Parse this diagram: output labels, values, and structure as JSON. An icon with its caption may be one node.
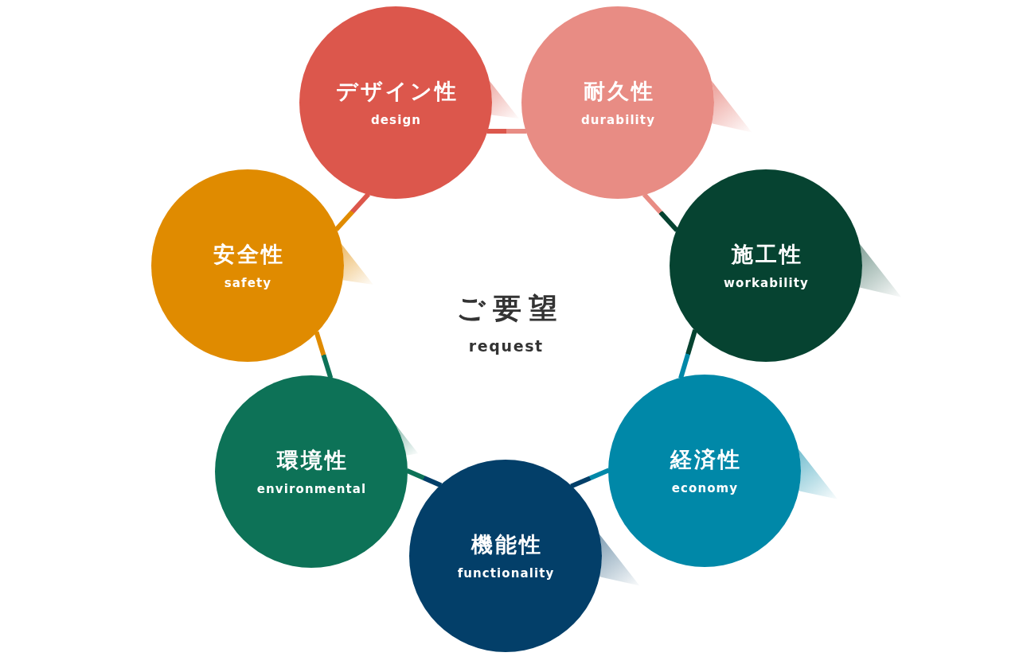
{
  "diagram": {
    "nodes": [
      {
        "text": [
          "デザイン性",
          "design"
        ]
      },
      {
        "text": [
          "耐久性",
          "durability"
        ]
      },
      {
        "text": [
          "施工性",
          "workability"
        ]
      },
      {
        "text": [
          "経済性",
          "economy"
        ]
      },
      {
        "text": [
          "機能性",
          "functionality"
        ]
      },
      {
        "text": [
          "環境性",
          "environmental"
        ]
      },
      {
        "text": [
          "安全性",
          "safety"
        ]
      }
    ],
    "edges": [
      {
        "from": 0,
        "to": 1,
        "arrow": "none"
      },
      {
        "from": 1,
        "to": 2,
        "arrow": "none"
      },
      {
        "from": 2,
        "to": 3,
        "arrow": "none"
      },
      {
        "from": 3,
        "to": 4,
        "arrow": "none"
      },
      {
        "from": 4,
        "to": 5,
        "arrow": "none"
      },
      {
        "from": 5,
        "to": 6,
        "arrow": "none"
      },
      {
        "from": 6,
        "to": 0,
        "arrow": "none"
      }
    ],
    "labels": [
      "ご要望",
      "request"
    ]
  }
}
